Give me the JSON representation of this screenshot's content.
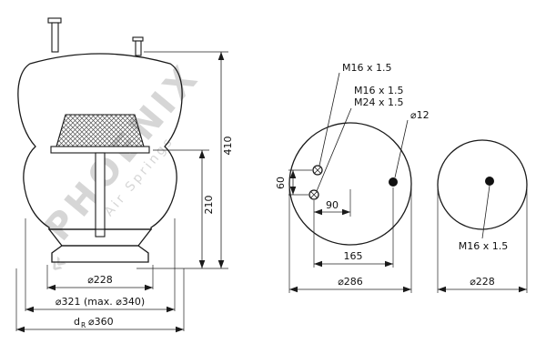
{
  "watermark": {
    "brand": "PHOENIX",
    "tagline": "Air Springs",
    "chevron": "«"
  },
  "side_view": {
    "dim_total_height": "410",
    "dim_piston_height": "210",
    "dim_piston_dia": "⌀228",
    "dim_max_dia": "⌀321 (max. ⌀340)",
    "dim_dr_prefix": "d",
    "dim_dr_sub": "R",
    "dim_dr_value": "⌀360"
  },
  "top_view_large": {
    "label_bolt_top": "M16 x 1.5",
    "label_bolt_mid": "M16 x 1.5",
    "label_port": "M24 x 1.5",
    "label_hole": "⌀12",
    "dim_bolt_offset_y": "60",
    "dim_bolt_offset_x": "90",
    "dim_hole_span": "165",
    "dim_outer_dia": "⌀286"
  },
  "top_view_small": {
    "label_bolt": "M16 x 1.5",
    "dim_outer_dia": "⌀228"
  }
}
